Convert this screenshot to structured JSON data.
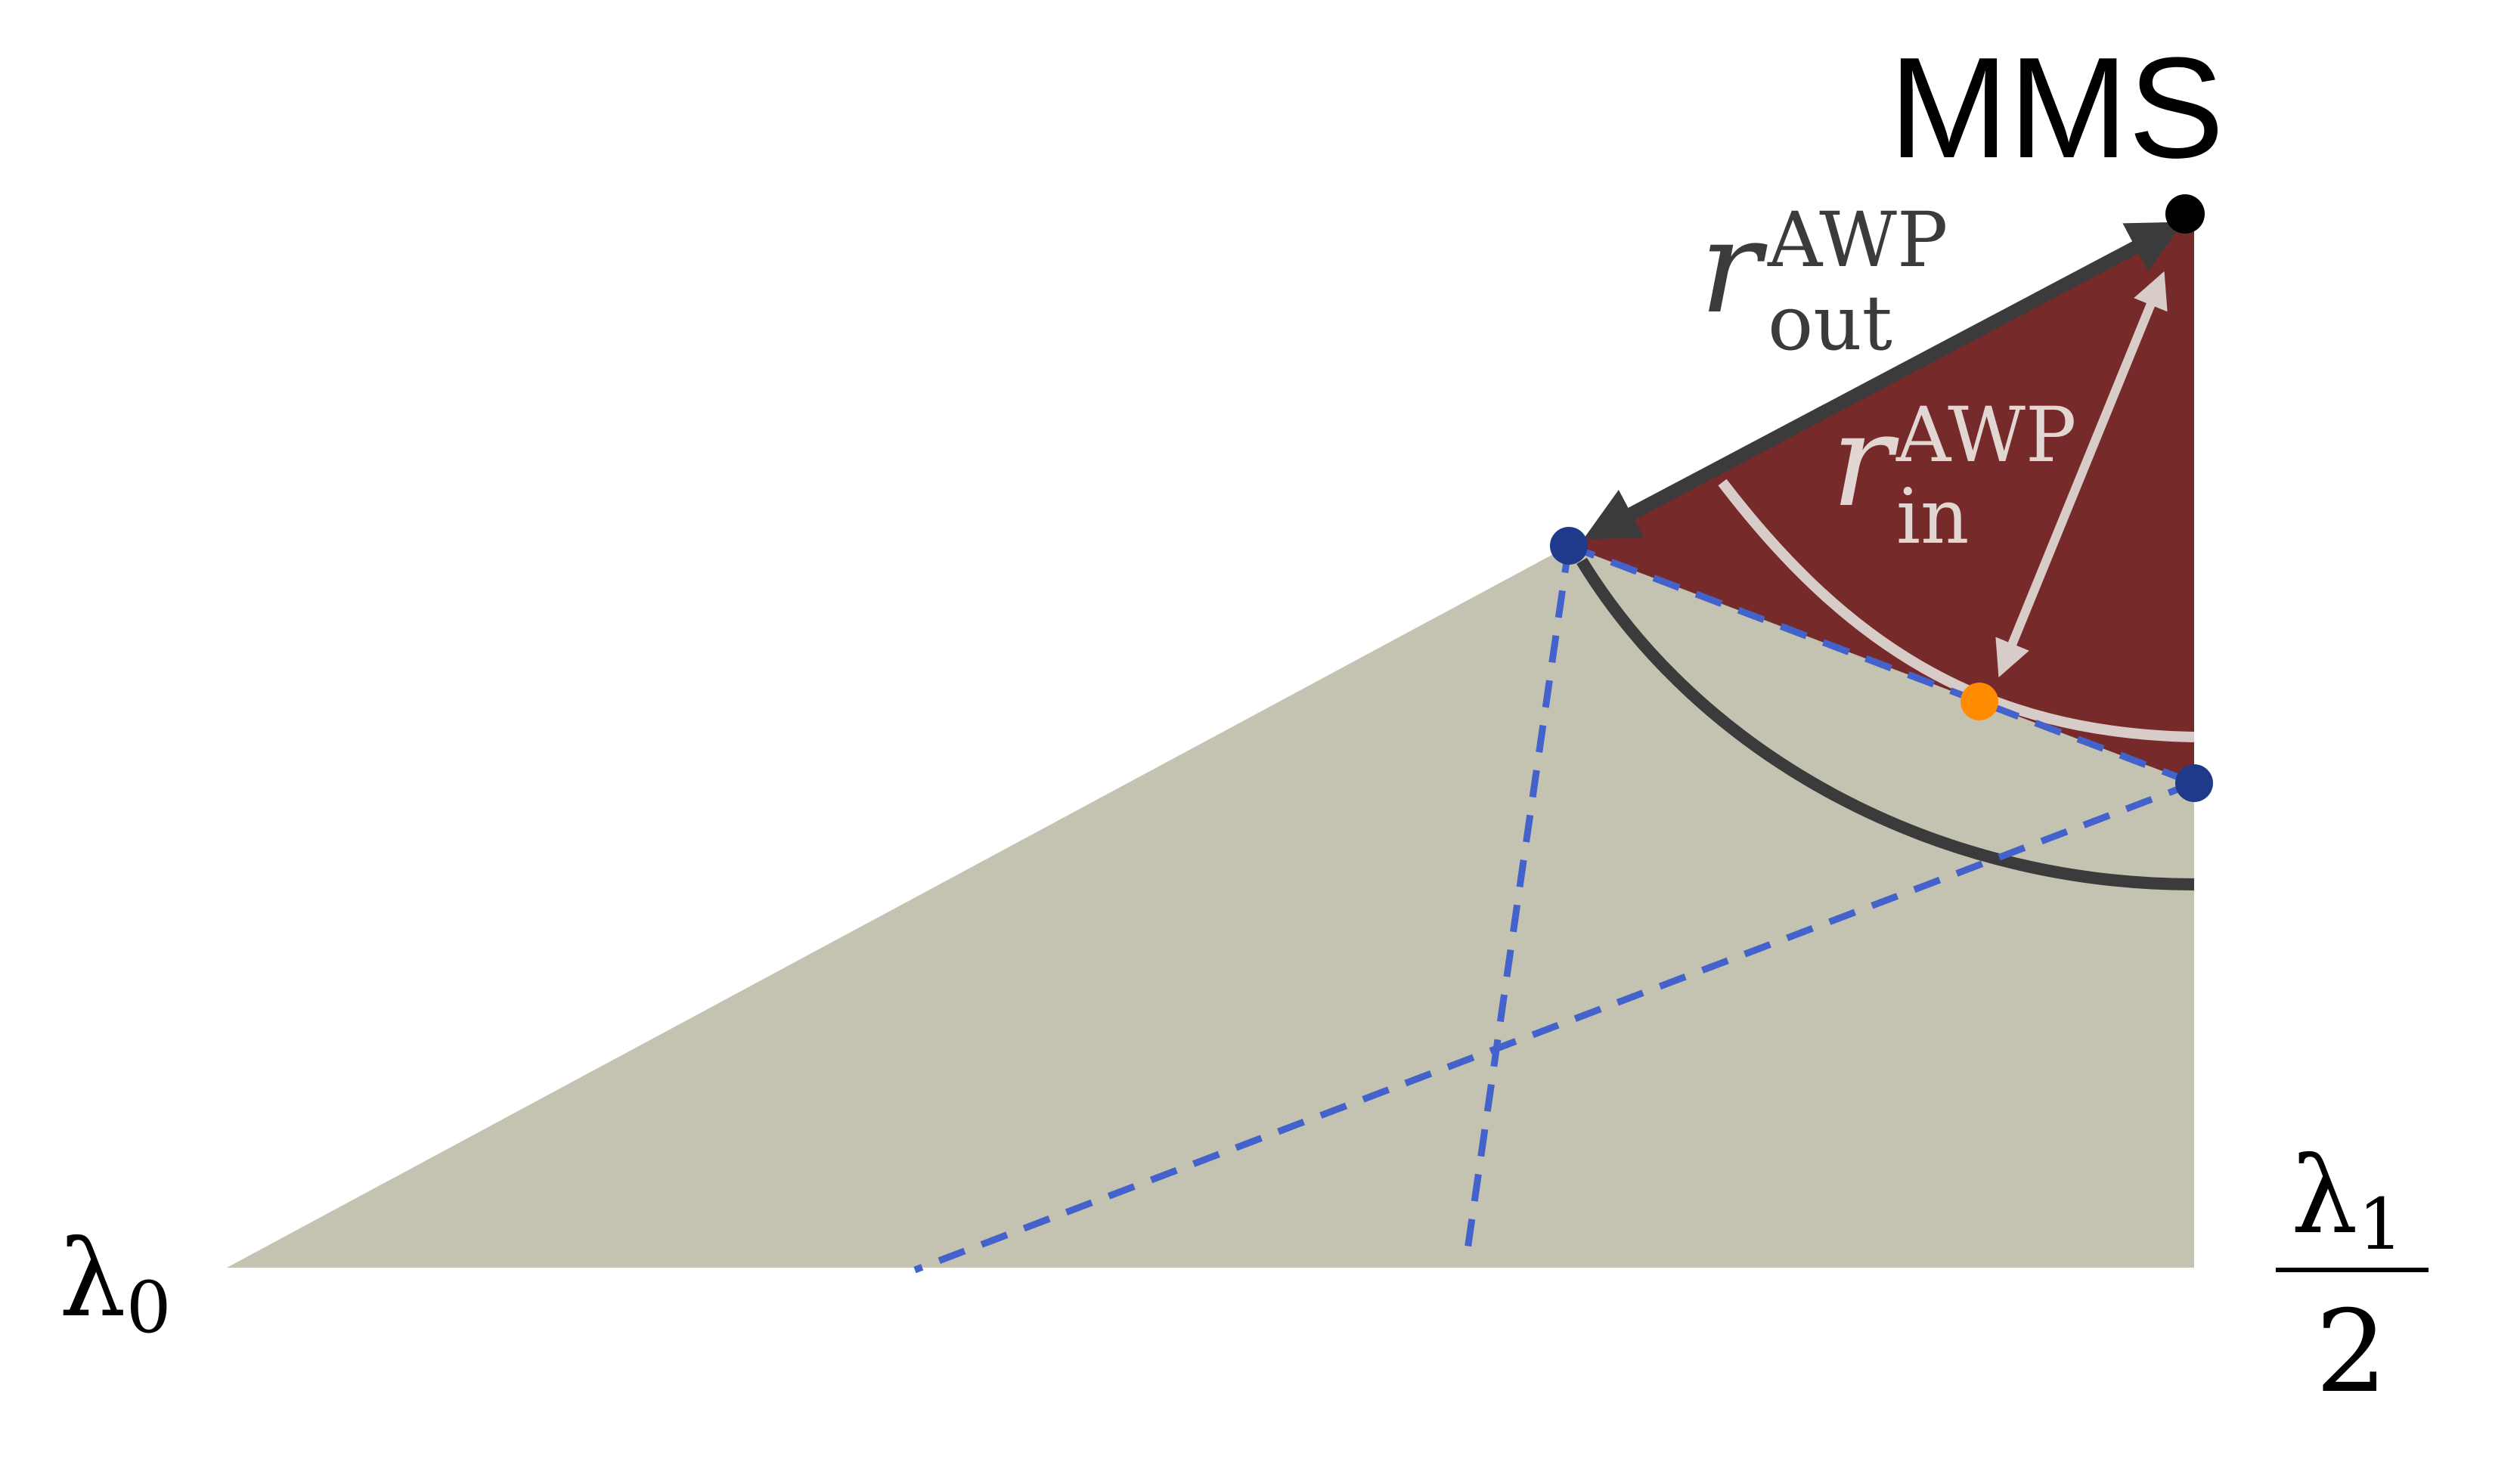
{
  "labels": {
    "mms": "MMS",
    "lambda0_symbol": "λ",
    "lambda0_subscript": "0",
    "lambda1_symbol": "λ",
    "lambda1_subscript": "1",
    "lambda1_denominator": "2",
    "r_out_symbol": "r",
    "r_out_superscript": "AWP",
    "r_out_subscript": "out",
    "r_in_symbol": "r",
    "r_in_superscript": "AWP",
    "r_in_subscript": "in"
  },
  "colors": {
    "background": "#ffffff",
    "region_fill": "#c4c3b1",
    "awp_region_fill": "#762a2a",
    "dark_arc": "#3b3b3b",
    "light_arc": "#d8ccc8",
    "dashed_lines": "#4462cc",
    "vertex_points": "#1f3a8a",
    "mms_point": "#000000",
    "orange_point": "#ff8c00",
    "r_out_text": "#3b3b3b",
    "r_in_text": "#e2d6d2",
    "label_text": "#000000"
  }
}
